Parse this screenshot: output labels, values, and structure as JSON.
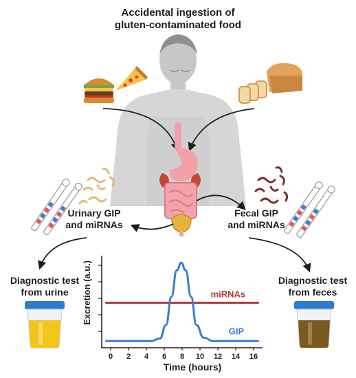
{
  "title": {
    "line1": "Accidental ingestion of",
    "line2": "gluten-contaminated food"
  },
  "labels": {
    "urinary": {
      "line1": "Urinary GIP",
      "line2": "and miRNAs"
    },
    "fecal": {
      "line1": "Fecal GIP",
      "line2": "and miRNAs"
    },
    "diag_urine": {
      "line1": "Diagnostic test",
      "line2": "from urine"
    },
    "diag_feces": {
      "line1": "Diagnostic test",
      "line2": "from feces"
    }
  },
  "icons": [
    "human-body-icon",
    "burger-icon",
    "pizza-icon",
    "bread-icon",
    "stomach-icon",
    "intestine-icon",
    "kidney-icon",
    "bladder-icon",
    "peptide-icon",
    "test-strip-icon",
    "urine-cup-icon",
    "feces-cup-icon"
  ],
  "colors": {
    "mirna": "#b23a3a",
    "gip": "#3a7bd5",
    "urine": "#f2c51a",
    "feces": "#7a5a1e",
    "cup_lid": "#2f7bd1"
  },
  "chart_data": {
    "type": "line",
    "xlabel": "Time (hours)",
    "ylabel": "Excretion (a.u.)",
    "x_ticks": [
      0,
      2,
      4,
      6,
      8,
      10,
      12,
      14,
      16
    ],
    "xlim": [
      -1,
      17
    ],
    "ylim": [
      0,
      1
    ],
    "grid": false,
    "series": [
      {
        "name": "miRNAs",
        "color": "#b23a3a",
        "points": [
          [
            -0.5,
            0.48
          ],
          [
            16.5,
            0.48
          ]
        ]
      },
      {
        "name": "GIP",
        "color": "#3a7bd5",
        "points": [
          [
            -0.5,
            0.03
          ],
          [
            4.5,
            0.03
          ],
          [
            5.5,
            0.06
          ],
          [
            6.2,
            0.22
          ],
          [
            6.8,
            0.55
          ],
          [
            7.4,
            0.86
          ],
          [
            7.9,
            0.95
          ],
          [
            8.4,
            0.86
          ],
          [
            9.0,
            0.55
          ],
          [
            9.6,
            0.22
          ],
          [
            10.4,
            0.07
          ],
          [
            11.5,
            0.03
          ],
          [
            16.5,
            0.03
          ]
        ]
      }
    ]
  }
}
